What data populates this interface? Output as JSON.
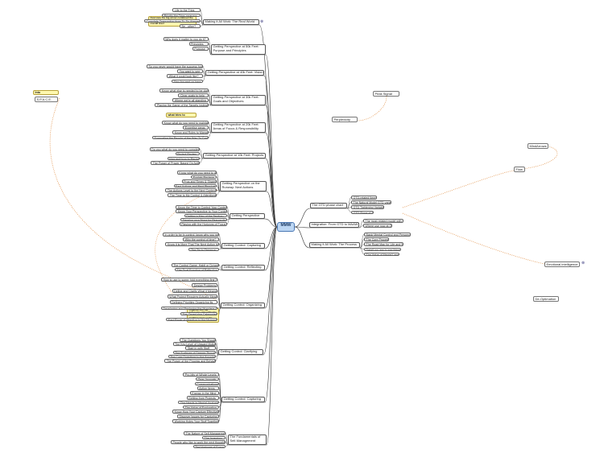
{
  "root": {
    "label": "MMW"
  },
  "left_branches": [
    {
      "label": "Making it All Work: The Real World",
      "children": [
        "Life to the Trips",
        "Priority the Trips anyways",
        "Complete Transaction from To-Do (formerly Signed)",
        "Be...other?"
      ],
      "note": "Overview the big arrow combined the last the biggest reference of the overall level"
    },
    {
      "label": "Getting Perspective at 50k Feet: Purpose and Principles",
      "children": [
        "Why does it matter to you do it?",
        "Principles",
        "Purpose"
      ]
    },
    {
      "label": "Getting Perspective at 40k Feet: Vision",
      "children": [
        "So you never would have the success how is 40 and had the?",
        "You want to see",
        "What it could look like?",
        "Stay focused on here"
      ]
    },
    {
      "label": "Getting Perspective at 30k Feet: Goals and Objectives",
      "children": [
        "Know what else is needed to be done",
        "Clear goals to help",
        "Where we're all standing",
        "Playing the Game of the Targets instead"
      ]
    },
    {
      "label": "Getting Perspective at 20k Feet: Areas of Focus & Responsibility",
      "children": [
        "Know what do you need to maintain",
        "Expertise areas",
        "Know and Roles to Manage",
        "Supporting the People of the Way To Control and Move Anything"
      ],
      "note": "what tries to maintain?"
    },
    {
      "label": "Getting Perspective at 10k Feet: Projects",
      "children": [
        "Do you what do you need to complete?",
        "Project Review",
        "How and how to Review",
        "The Power of Prayer Based On Action"
      ]
    },
    {
      "label": "Getting Perspective on the Runway: Next Actions",
      "children": [
        "Know what do you need to do",
        "Explain Reviews",
        "Pros and Times & Shared",
        "Fast Actions and Next Physical",
        "The Actions Level to the Next Context",
        "The Time to My Control & Attentions"
      ]
    },
    {
      "label": "Getting Perspective",
      "children": [
        "Know the Time to Control Your Context",
        "Know Your Perspective to Your Context",
        "Getting a Map of the Territory",
        "Develop your Nose for Perspective",
        "Playing with the Horizons of Focus"
      ]
    },
    {
      "label": "Getting Control: Capturing",
      "children": [
        "In order to be in control, know why you need TIME, and your habit to bring right now?",
        "Why the control of time?",
        "Know it is More That The Next Action is",
        "The Tip to Distance"
      ]
    },
    {
      "label": "Getting Control: Reflecting",
      "children": [
        "The Control Game: Habit or Dynamic",
        "The Dual Function of Reflection"
      ]
    },
    {
      "label": "Getting Control: Organizing",
      "children": [
        "How to use to some: fold everything first?",
        "Design Problems",
        "Define and Clarify What it Means",
        "What Project Requires Actually Means",
        "Defining Priorities Organizing its",
        "Developing and Replacing the Mundane Context",
        "The Organizing Categories",
        "Fast Flows of Attention to the Moment"
      ],
      "note": "Organize into the categories of tool they're all in their basic, Select anything more so it's better than!"
    },
    {
      "label": "Getting Control: Clarifying",
      "children": [
        "The Questions You Should",
        "The Key Level of Upward Motion",
        "Start in with Stuff",
        "The Surfaces of Deeper Thought",
        "The Core Questions to the Anywhere",
        "The Power of the Process and Behavior"
      ]
    },
    {
      "label": "Getting Control: Capturing",
      "children": [
        "Pro-bits of Whole Levels",
        "Gear Journals",
        "Communications",
        "Action items",
        "Energy in the Mind",
        "Getting from Projects",
        "The Needs in Mental Analysis",
        "The Value of Exploration",
        "Know How Your Capture Effectively",
        "Discover Issues for Capturing",
        "Working Holes Your Stuff Together"
      ]
    },
    {
      "label": "The Fundamentals of Self-Management",
      "children": [
        "The Nature of Self-Management",
        "The Inventory",
        "People who like to work the next thought",
        "The Horizons of Focus"
      ]
    }
  ],
  "right_branches": [
    {
      "label": "The GTD phase chart",
      "children": [
        "GTD-related Items",
        "The Natural Model GTD variables",
        "GTD Tightening Variables",
        "GTD Slope of 4"
      ]
    },
    {
      "label": "Integration: From GTD to MAAW",
      "children": [
        "The most related model with GTD",
        "Where use now at GTD"
      ]
    },
    {
      "label": "Making it All Work: The Process",
      "children": [
        "Basic Mental Control and Perspectives",
        "The Core Process",
        "The Road Map for Life and Work",
        "Detail you are to see things",
        "The Value of Mental Lenses"
      ]
    }
  ],
  "floating": {
    "s_p_a_c_e_note": "Into Perspective",
    "s_p_a_c_e": "S.P.A.C.E.",
    "peak_scroll": "Peak Signal",
    "perplexity": "Perplexicity",
    "mind_arrows": "MindArrows",
    "flow": "Flow",
    "emotional_intelligence": "Emotional intelligence",
    "de_optimization": "De-Optimation"
  },
  "colors": {
    "root_fill": "#bcd6f3",
    "root_border": "#4a78b4",
    "link": "#333333",
    "relation": "#e08a3c",
    "note": "#fff8b0"
  }
}
